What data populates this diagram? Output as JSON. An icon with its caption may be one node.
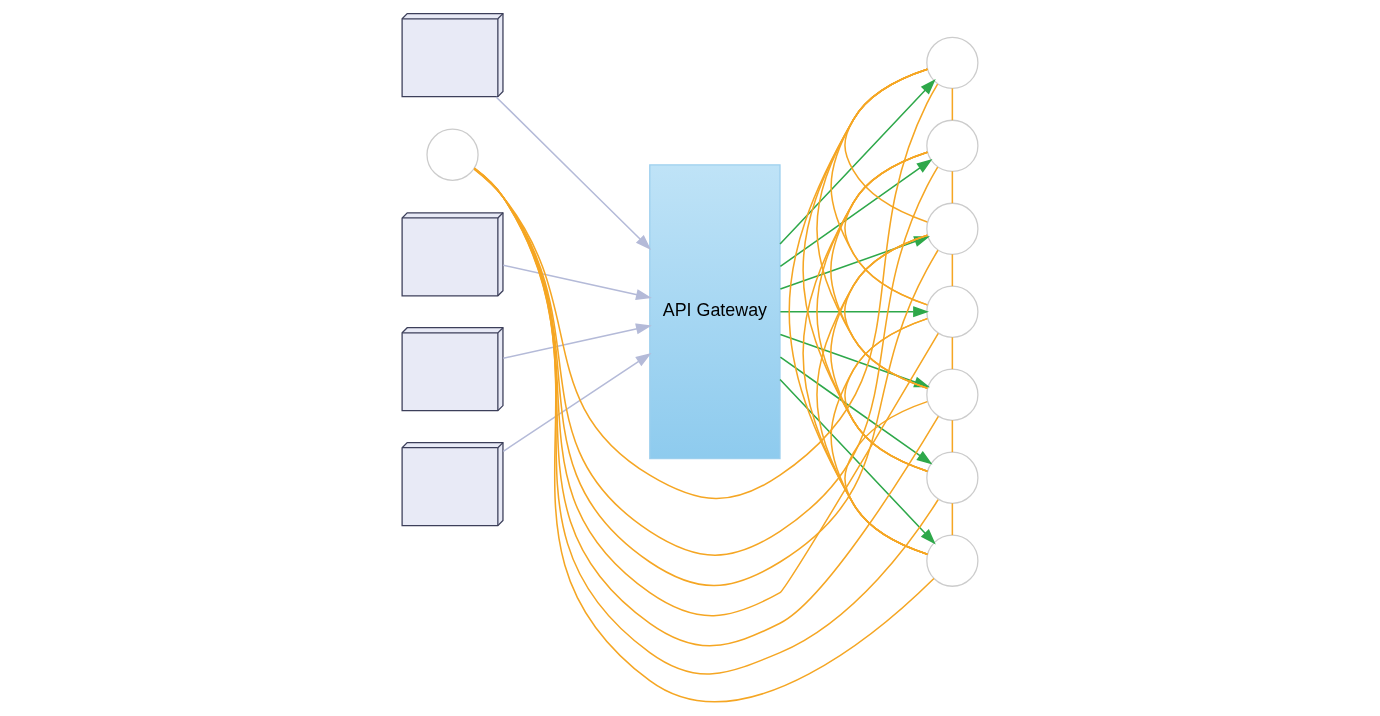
{
  "diagram": {
    "nodes": [
      {
        "text": [],
        "shape": "picture"
      },
      {
        "text": [],
        "shape": "picture"
      },
      {
        "text": [],
        "shape": "picture"
      },
      {
        "text": [],
        "shape": "picture"
      },
      {
        "text": [
          "API Gateway"
        ]
      },
      {
        "text": [],
        "shape": "circle"
      },
      {
        "text": [],
        "shape": "circle"
      },
      {
        "text": [],
        "shape": "circle"
      },
      {
        "text": [],
        "shape": "circle"
      },
      {
        "text": [],
        "shape": "circle"
      },
      {
        "text": [],
        "shape": "circle"
      },
      {
        "text": [],
        "shape": "circle"
      },
      {
        "text": [],
        "shape": "circle"
      }
    ],
    "edges": [
      {
        "from": 0,
        "to": 4,
        "arrow": "to",
        "color": "#b4bad8"
      },
      {
        "from": 1,
        "to": 4,
        "arrow": "to",
        "color": "#b4bad8"
      },
      {
        "from": 2,
        "to": 4,
        "arrow": "to",
        "color": "#b4bad8"
      },
      {
        "from": 3,
        "to": 4,
        "arrow": "to",
        "color": "#b4bad8"
      },
      {
        "from": 4,
        "to": 7,
        "arrow": "to",
        "color": "#2ea84a"
      },
      {
        "from": 4,
        "to": 5,
        "arrow": "to",
        "color": "#2ea84a"
      },
      {
        "from": 4,
        "to": 6,
        "arrow": "to",
        "color": "#2ea84a"
      },
      {
        "from": 4,
        "to": 8,
        "arrow": "to",
        "color": "#2ea84a"
      },
      {
        "from": 4,
        "to": 10,
        "arrow": "to",
        "color": "#2ea84a"
      },
      {
        "from": 4,
        "to": 12,
        "arrow": "to",
        "color": "#2ea84a"
      },
      {
        "from": 4,
        "to": 11,
        "arrow": "to",
        "color": "#2ea84a"
      },
      {
        "from": 5,
        "to": 6,
        "arrow": "none"
      },
      {
        "from": 5,
        "to": 7,
        "arrow": "none"
      },
      {
        "from": 5,
        "to": 8,
        "arrow": "none"
      },
      {
        "from": 5,
        "to": 9,
        "arrow": "none"
      },
      {
        "from": 5,
        "to": 10,
        "arrow": "none"
      },
      {
        "from": 5,
        "to": 11,
        "arrow": "none"
      },
      {
        "from": 5,
        "to": 12,
        "arrow": "none"
      },
      {
        "from": 6,
        "to": 7,
        "arrow": "none"
      },
      {
        "from": 6,
        "to": 8,
        "arrow": "none"
      },
      {
        "from": 6,
        "to": 9,
        "arrow": "none"
      },
      {
        "from": 6,
        "to": 10,
        "arrow": "none"
      },
      {
        "from": 6,
        "to": 11,
        "arrow": "none"
      },
      {
        "from": 6,
        "to": 12,
        "arrow": "none"
      },
      {
        "from": 7,
        "to": 8,
        "arrow": "none"
      },
      {
        "from": 7,
        "to": 9,
        "arrow": "none"
      },
      {
        "from": 7,
        "to": 10,
        "arrow": "none"
      },
      {
        "from": 7,
        "to": 11,
        "arrow": "none"
      },
      {
        "from": 7,
        "to": 12,
        "arrow": "none"
      },
      {
        "from": 8,
        "to": 9,
        "arrow": "none"
      },
      {
        "from": 8,
        "to": 10,
        "arrow": "none"
      },
      {
        "from": 8,
        "to": 11,
        "arrow": "none"
      },
      {
        "from": 8,
        "to": 12,
        "arrow": "none"
      },
      {
        "from": 9,
        "to": 10,
        "arrow": "none"
      },
      {
        "from": 9,
        "to": 11,
        "arrow": "none"
      },
      {
        "from": 9,
        "to": 12,
        "arrow": "none"
      },
      {
        "from": 10,
        "to": 11,
        "arrow": "none"
      },
      {
        "from": 10,
        "to": 12,
        "arrow": "none"
      },
      {
        "from": 11,
        "to": 12,
        "arrow": "none"
      }
    ]
  }
}
